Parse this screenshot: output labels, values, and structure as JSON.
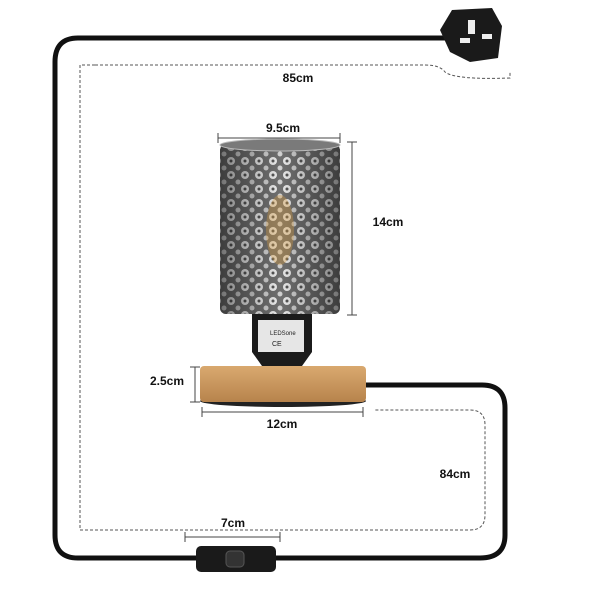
{
  "dimensions": {
    "cable_top": "85cm",
    "shade_width": "9.5cm",
    "shade_height": "14cm",
    "base_height": "2.5cm",
    "base_width": "12cm",
    "cable_bottom": "84cm",
    "switch_distance": "7cm"
  },
  "socket_label_brand": "LEDSone",
  "colors": {
    "cable": "#111111",
    "shade": "#8a8a8a",
    "wood": "#c9955e",
    "dimension_line": "#555555"
  }
}
